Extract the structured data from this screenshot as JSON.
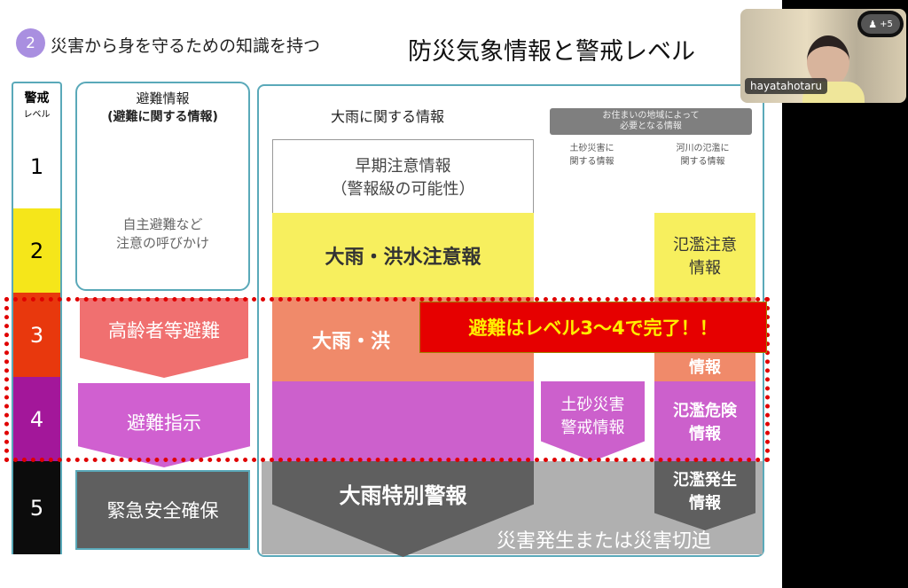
{
  "slide": {
    "section_number": "2",
    "section_title": "災害から身を守るための知識を持つ",
    "title": "防災気象情報と警戒レベル",
    "level_header": {
      "line1": "警戒",
      "line2": "レベル"
    },
    "levels": [
      "1",
      "2",
      "3",
      "4",
      "5"
    ],
    "evac_header": {
      "line1": "避難情報",
      "line2": "(避難に関する情報)"
    },
    "evac_items": {
      "level2": "自主避難など\n注意の呼びかけ",
      "level3": "高齢者等避難",
      "level4": "避難指示",
      "level5": "緊急安全確保"
    },
    "rain_header": "大雨に関する情報",
    "regional_note": "お住まいの地域によって\n必要となる情報",
    "landslide_header": "土砂災害に\n関する情報",
    "river_header": "河川の氾濫に\n関する情報",
    "rain_items": {
      "level1": "早期注意情報\n（警報級の可能性）",
      "level2": "大雨・洪水注意報",
      "level3_partial": "大雨・洪",
      "level5": "大雨特別警報"
    },
    "landslide_level4": "土砂災害\n警戒情報",
    "river_items": {
      "level2": "氾濫注意\n情報",
      "level3_partial": "情報",
      "level4": "氾濫危険\n情報",
      "level5": "氾濫発生\n情報"
    },
    "disaster_note": "災害発生または災害切迫",
    "callout": "避難はレベル3〜4で完了！！"
  },
  "call": {
    "participant_name": "hayatahotaru",
    "extra_participants": "+5"
  },
  "colors": {
    "teal": "#5aa9b9",
    "yellow": "#f5e61a",
    "red": "#e8380d",
    "purple": "#a3179a",
    "black": "#0c0c0c"
  }
}
